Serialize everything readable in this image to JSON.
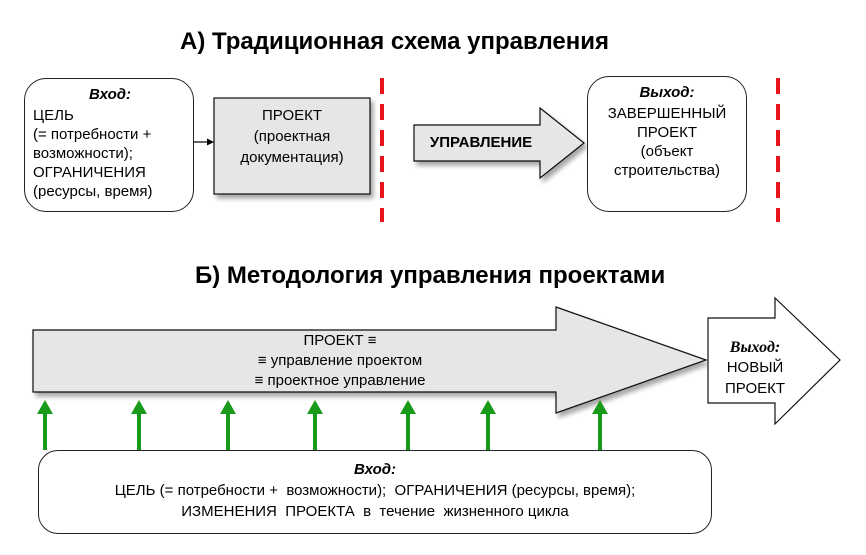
{
  "section_a": {
    "title": "А) Традиционная схема управления",
    "input_box": {
      "heading": "Вход:",
      "lines": [
        "ЦЕЛЬ",
        "(= потребности +",
        "возможности);",
        "ОГРАНИЧЕНИЯ",
        "(ресурсы, время)"
      ]
    },
    "project_box": {
      "lines": [
        "ПРОЕКТ",
        "(проектная",
        "документация)"
      ]
    },
    "management_arrow": {
      "label": "УПРАВЛЕНИЕ"
    },
    "output_box": {
      "heading": "Выход:",
      "lines": [
        "ЗАВЕРШЕННЫЙ",
        "ПРОЕКТ",
        "(объект",
        "строительства)"
      ]
    },
    "colors": {
      "boundary": "#e8141c",
      "box_fill": "#e6e6e6"
    }
  },
  "section_b": {
    "title": "Б) Методология управления проектами",
    "big_arrow": {
      "lines": [
        "ПРОЕКТ ≡",
        "≡ управление проектом",
        "≡ проектное управление"
      ]
    },
    "output_arrow": {
      "heading": "Выход:",
      "lines": [
        "НОВЫЙ",
        "ПРОЕКТ"
      ]
    },
    "input_box": {
      "heading": "Вход:",
      "lines": [
        "ЦЕЛЬ (= потребности +  возможности);  ОГРАНИЧЕНИЯ (ресурсы, время);",
        "ИЗМЕНЕНИЯ  ПРОЕКТА  в  течение  жизненного цикла"
      ]
    },
    "colors": {
      "up_arrows": "#1a9a1a",
      "arrow_fill": "#e6e6e6"
    }
  }
}
